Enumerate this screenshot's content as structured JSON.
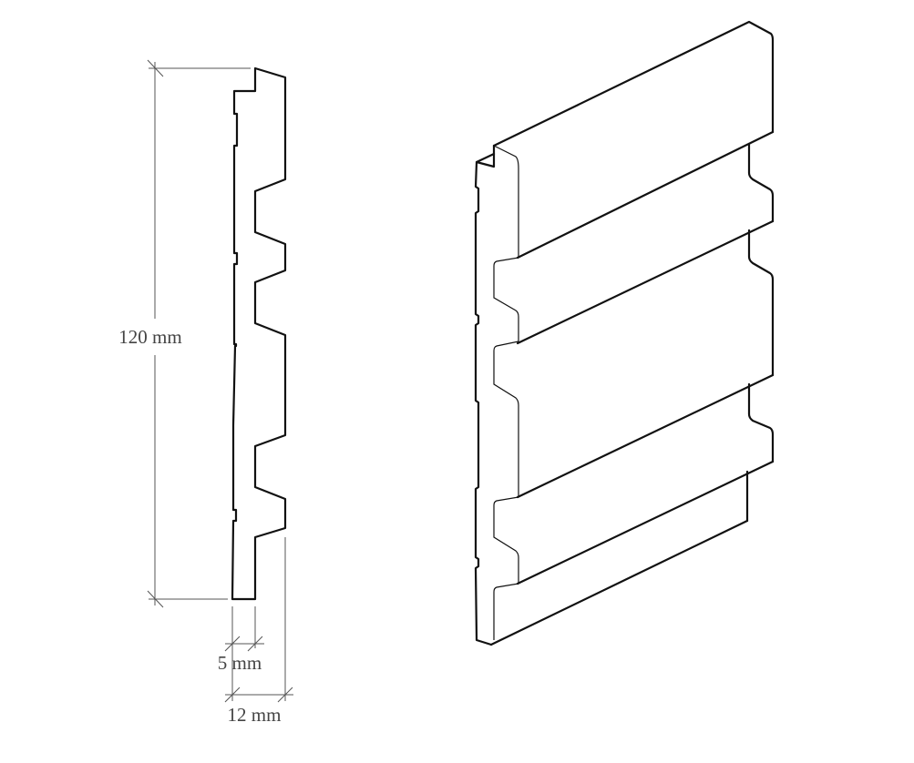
{
  "dimensions": {
    "height_label": "120 mm",
    "base_thickness_label": "5 mm",
    "total_thickness_label": "12 mm"
  },
  "colors": {
    "line": "#111111",
    "dimension": "#555555",
    "text": "#444444"
  }
}
